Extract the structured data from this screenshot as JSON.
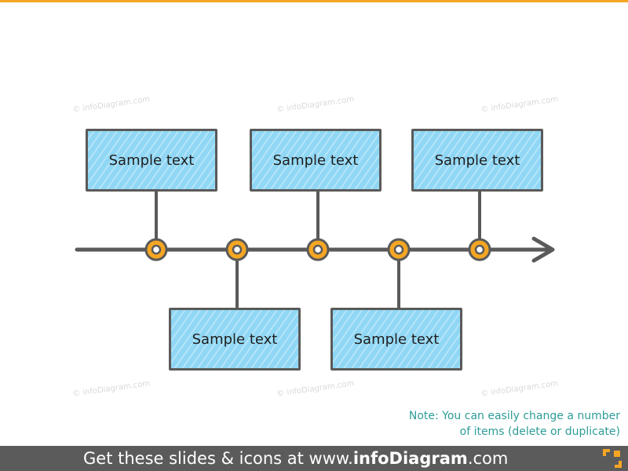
{
  "boxes": [
    {
      "label": "Sample text",
      "position": "above"
    },
    {
      "label": "Sample text",
      "position": "below"
    },
    {
      "label": "Sample text",
      "position": "above"
    },
    {
      "label": "Sample text",
      "position": "below"
    },
    {
      "label": "Sample text",
      "position": "above"
    }
  ],
  "note": {
    "line1": "Note: You can easily change a number",
    "line2": "of items (delete or duplicate)"
  },
  "footer": {
    "prefix": "Get these slides & icons at www.",
    "brand": "infoDiagram",
    "suffix": ".com"
  },
  "watermark": "© infoDiagram.com",
  "colors": {
    "accent": "#f5a623",
    "box_fill": "#8fd7f5",
    "line": "#5a5a5a",
    "note": "#2e9c97",
    "footer_bg": "#5b5b5b"
  },
  "icons": [
    "brand-mark-icon"
  ]
}
